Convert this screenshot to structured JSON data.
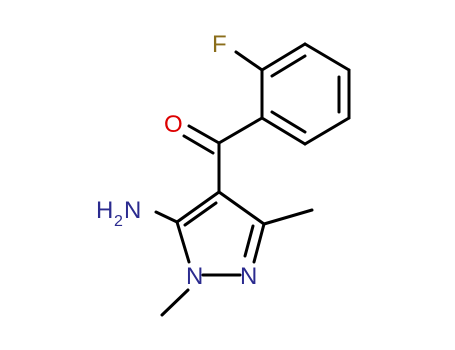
{
  "molecule": {
    "atoms": {
      "fluorine": {
        "symbol": "F",
        "color": "#8a6d1a"
      },
      "oxygen": {
        "symbol": "O",
        "color": "#dd0000"
      },
      "amine": {
        "symbol": "H",
        "subscript": "2",
        "suffix": "N",
        "color": "#2b2b8f"
      },
      "pyrazole_n1": {
        "symbol": "N",
        "color": "#2b2b8f"
      },
      "pyrazole_n2": {
        "symbol": "N",
        "color": "#2b2b8f"
      }
    },
    "bond_color": "#000000"
  }
}
